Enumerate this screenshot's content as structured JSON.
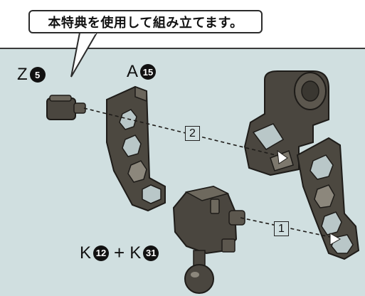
{
  "callout": {
    "text": "本特典を使用して組み立てます。"
  },
  "labels": {
    "z": {
      "letter": "Z",
      "num": "5"
    },
    "a": {
      "letter": "A",
      "num": "15"
    },
    "k1": {
      "letter": "K",
      "num": "12"
    },
    "plus": "+",
    "k2": {
      "letter": "K",
      "num": "31"
    }
  },
  "steps": {
    "first": "1",
    "second": "2"
  }
}
